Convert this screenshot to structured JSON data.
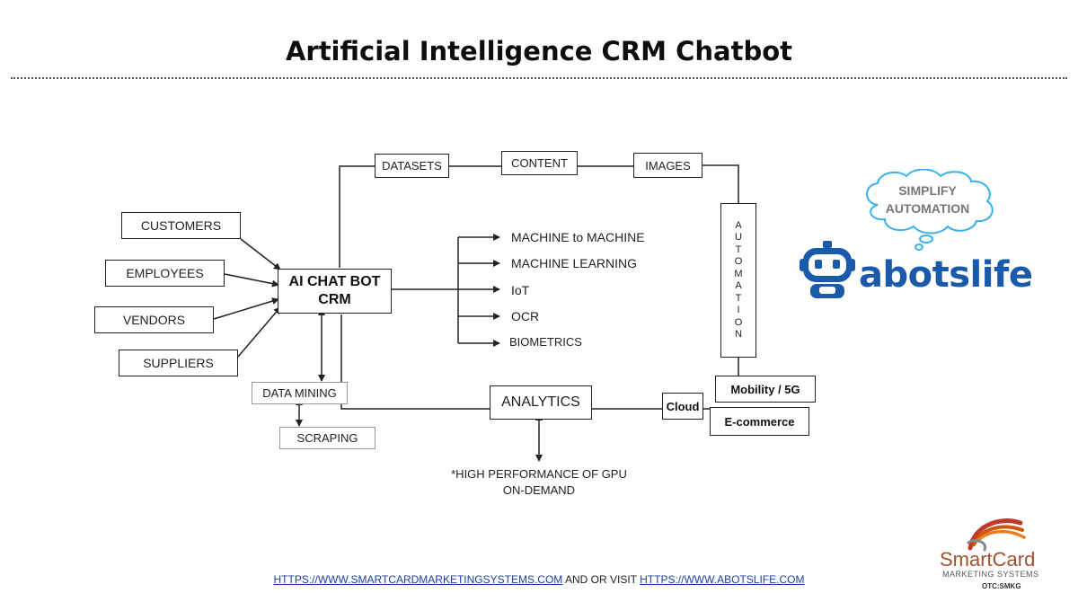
{
  "title": "Artificial Intelligence CRM Chatbot",
  "hub": {
    "line1": "AI CHAT BOT",
    "line2": "CRM"
  },
  "sources": [
    "CUSTOMERS",
    "EMPLOYEES",
    "VENDORS",
    "SUPPLIERS"
  ],
  "top_flow": [
    "DATASETS",
    "CONTENT",
    "IMAGES"
  ],
  "automation_letters": [
    "A",
    "U",
    "T",
    "O",
    "M",
    "A",
    "T",
    "I",
    "O",
    "N"
  ],
  "branches": [
    "MACHINE to MACHINE",
    "MACHINE LEARNING",
    "IoT",
    "OCR",
    "BIOMETRICS"
  ],
  "data_mining": "DATA MINING",
  "scraping": "SCRAPING",
  "analytics": "ANALYTICS",
  "cloud": "Cloud",
  "mobility": "Mobility / 5G",
  "ecommerce": "E-commerce",
  "gpu_note": {
    "line1": "*HIGH PERFORMANCE OF GPU",
    "line2": "ON-DEMAND"
  },
  "thought_bubble": {
    "line1": "SIMPLIFY",
    "line2": "AUTOMATION"
  },
  "brand": "abotslife",
  "footer": {
    "link1": "HTTPS://WWW.SMARTCARDMARKETINGSYSTEMS.COM",
    "middle": " AND OR VISIT ",
    "link2": "HTTPS://WWW.ABOTSLIFE.COM"
  },
  "company_logo": {
    "name": "SmartCard",
    "sub": "MARKETING SYSTEMS",
    "ticker": "OTC:SMKG"
  },
  "colors": {
    "brand_blue": "#1a5aaa",
    "cloud_blue": "#3ab0e6",
    "logo_red": "#c0392b"
  }
}
